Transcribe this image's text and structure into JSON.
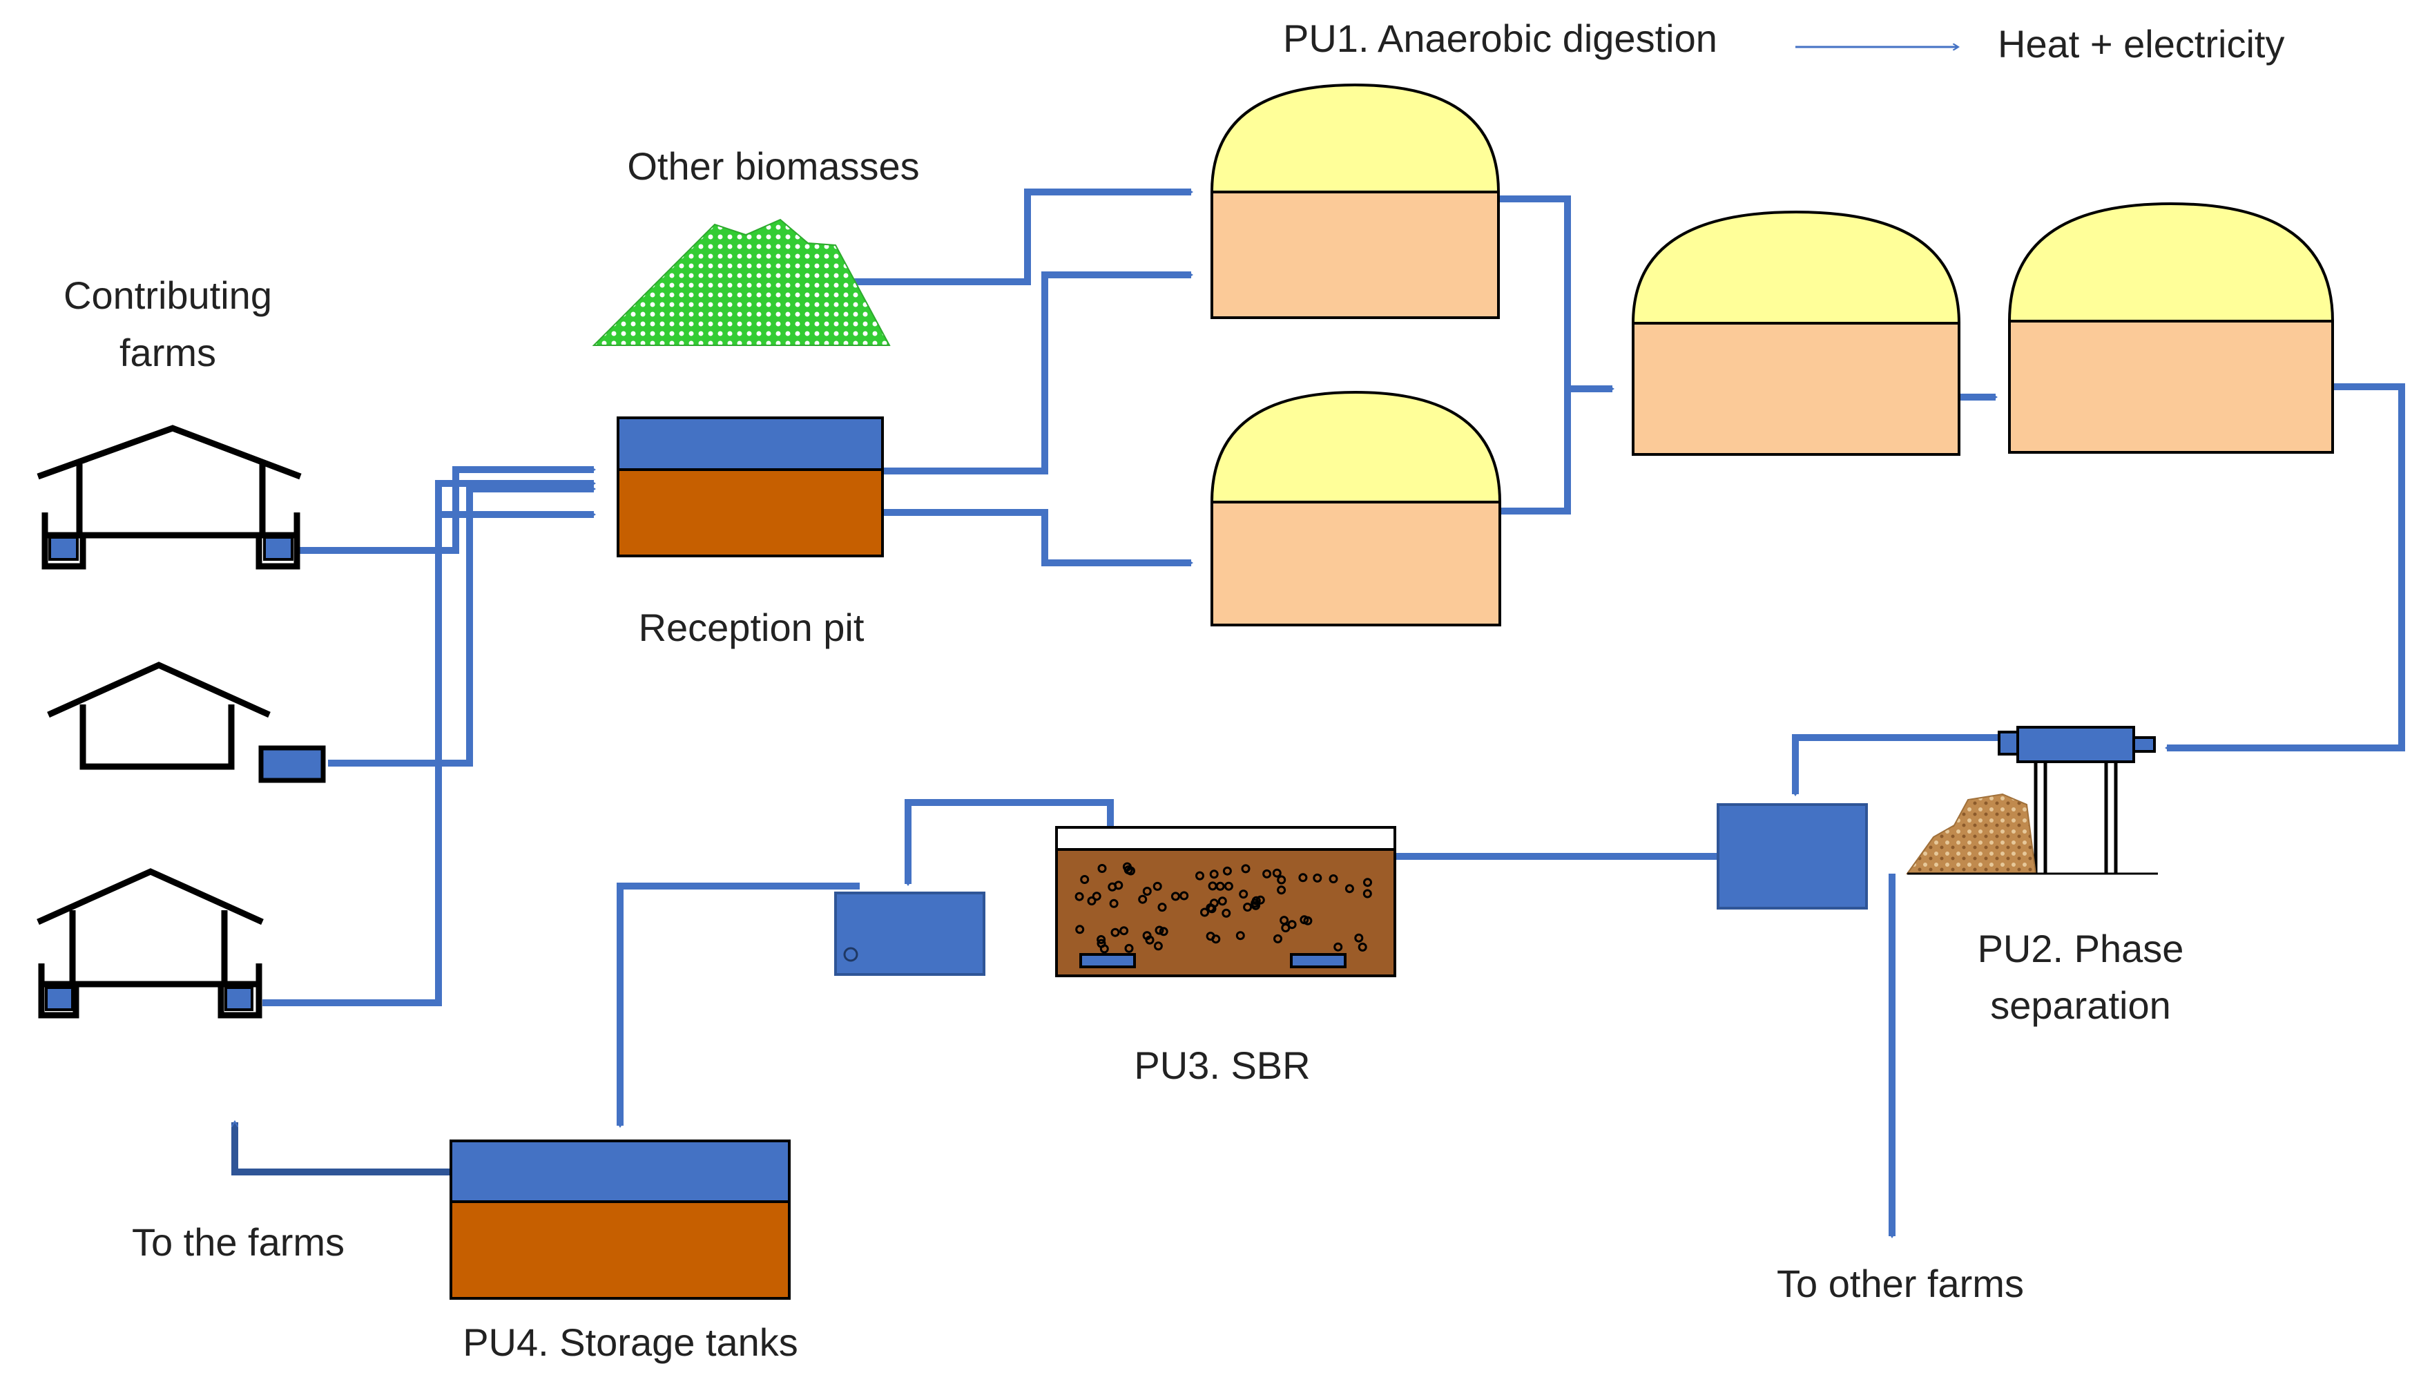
{
  "labels": {
    "contributing_farms_line1": "Contributing",
    "contributing_farms_line2": "farms",
    "other_biomasses": "Other biomasses",
    "reception_pit": "Reception pit",
    "pu1": "PU1. Anaerobic digestion",
    "heat_electricity": "Heat + electricity",
    "pu2_line1": "PU2. Phase",
    "pu2_line2": "separation",
    "pu3": "PU3. SBR",
    "pu4": "PU4. Storage tanks",
    "to_the_farms": "To the farms",
    "to_other_farms": "To other farms"
  },
  "colors": {
    "flow": "#4472C4",
    "liquid_blue": "#4472C4",
    "slurry_orange": "#C65F00",
    "digester_gas": "#FFFF99",
    "digester_body": "#FBCA98",
    "biomass_green": "#33CC33",
    "sbr_sludge": "#9C5C28",
    "solid_fraction": "#C08A4E",
    "outline": "#000000"
  }
}
